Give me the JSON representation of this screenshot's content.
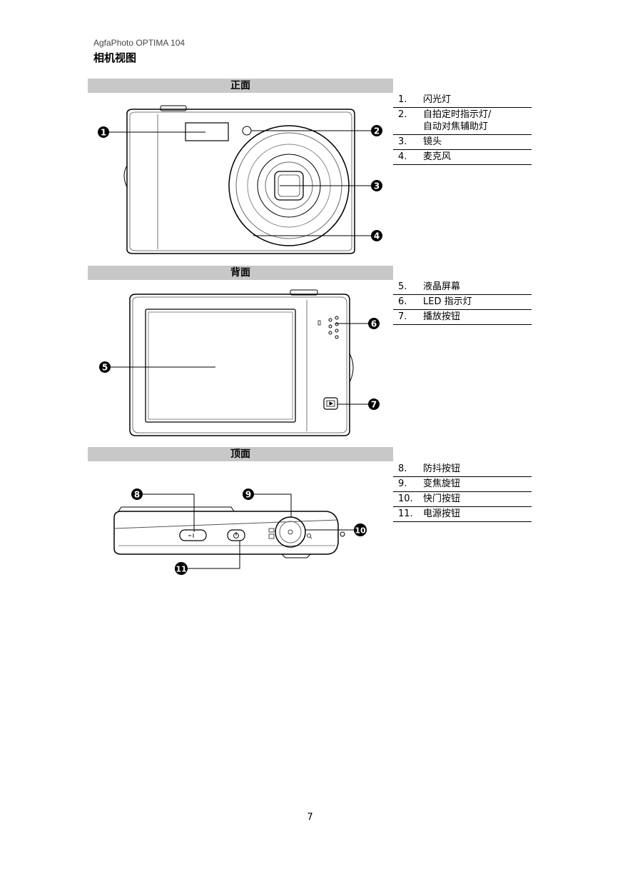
{
  "header": {
    "product": "AgfaPhoto OPTIMA 104",
    "title": "相机视图"
  },
  "sections": {
    "front": {
      "title": "正面"
    },
    "back": {
      "title": "背面"
    },
    "top": {
      "title": "顶面"
    }
  },
  "parts": [
    {
      "num": "1.",
      "label": "闪光灯"
    },
    {
      "num": "2.",
      "label": "自拍定时指示灯/\n自动对焦辅助灯"
    },
    {
      "num": "3.",
      "label": "镜头"
    },
    {
      "num": "4.",
      "label": "麦克风"
    },
    {
      "num": "5.",
      "label": "液晶屏幕"
    },
    {
      "num": "6.",
      "label": "LED  指示灯"
    },
    {
      "num": "7.",
      "label": "播放按钮"
    },
    {
      "num": "8.",
      "label": "防抖按钮"
    },
    {
      "num": "9.",
      "label": "变焦旋钮"
    },
    {
      "num": "10.",
      "label": "快门按钮"
    },
    {
      "num": "11.",
      "label": "电源按钮"
    }
  ],
  "callouts": [
    "1",
    "2",
    "3",
    "4",
    "5",
    "6",
    "7",
    "8",
    "9",
    "10",
    "11"
  ],
  "footer": {
    "page": "7"
  }
}
